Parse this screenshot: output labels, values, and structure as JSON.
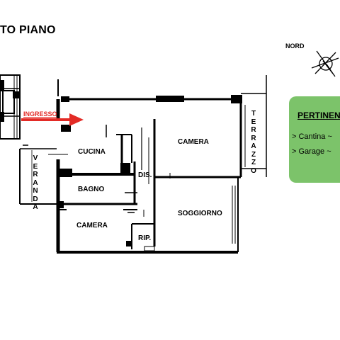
{
  "floor_title": "TO PIANO",
  "north_label": "NORD",
  "entrance_label": "INGRESSO",
  "rooms": {
    "cucina": "CUCINA",
    "camera_top": "CAMERA",
    "bagno": "BAGNO",
    "dis": "DIS.",
    "camera_bottom": "CAMERA",
    "soggiorno": "SOGGIORNO",
    "rip": "RIP.",
    "veranda": "VERANDA",
    "terrazzo": "TERRAZZO"
  },
  "pertinenze": {
    "title": "PERTINEN",
    "items": [
      "> Cantina ~",
      "> Garage ~"
    ],
    "bg_color": "#7cc36a"
  },
  "colors": {
    "arrow": "#e32b26",
    "walls": "#000000"
  },
  "icons": {
    "compass": "compass-rose-icon"
  }
}
